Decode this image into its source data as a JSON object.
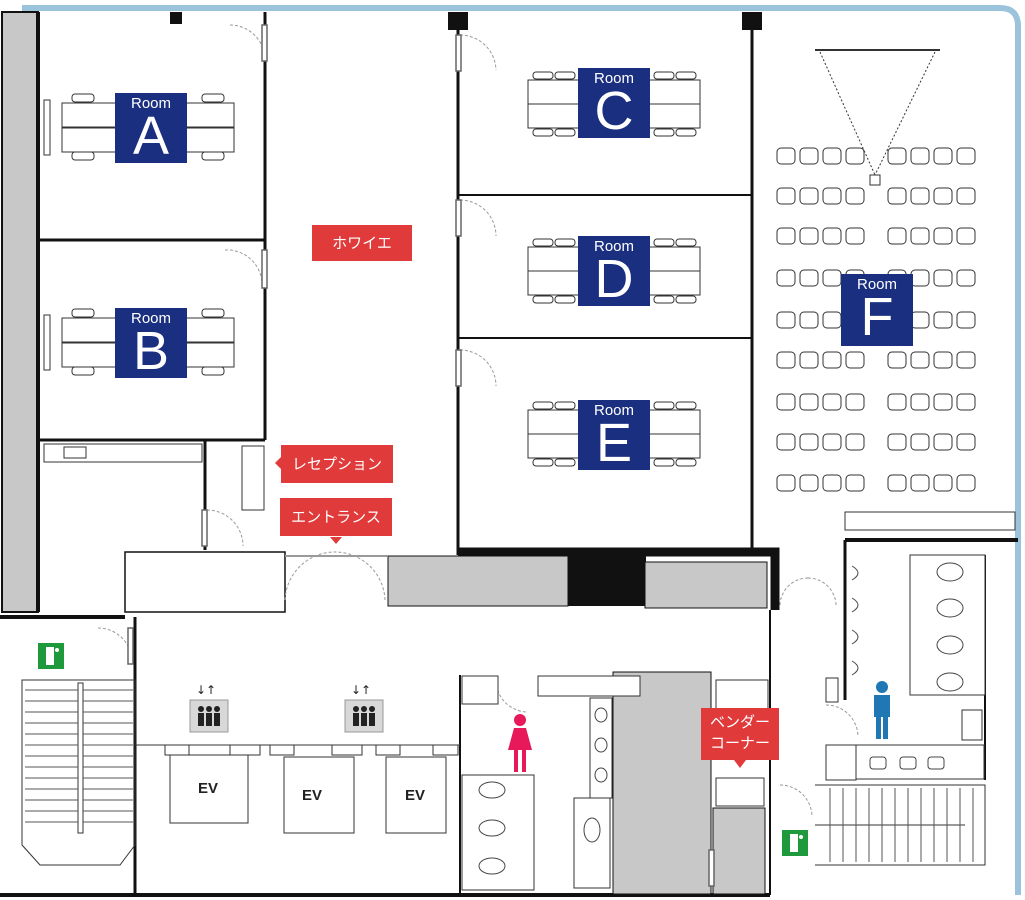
{
  "rooms": [
    {
      "id": "A",
      "word": "Room",
      "letter": "A"
    },
    {
      "id": "B",
      "word": "Room",
      "letter": "B"
    },
    {
      "id": "C",
      "word": "Room",
      "letter": "C"
    },
    {
      "id": "D",
      "word": "Room",
      "letter": "D"
    },
    {
      "id": "E",
      "word": "Room",
      "letter": "E"
    },
    {
      "id": "F",
      "word": "Room",
      "letter": "F"
    }
  ],
  "labels": {
    "foyer": "ホワイエ",
    "reception": "レセプション",
    "entrance": "エントランス",
    "vending_line1": "ベンダー",
    "vending_line2": "コーナー"
  },
  "elevators": [
    "EV",
    "EV",
    "EV"
  ],
  "elevator_sign": "↓↑",
  "colors": {
    "room_card": "#1a2f80",
    "label_red": "#e03a3a",
    "wall": "#111111",
    "shaded": "#c8c8c8",
    "outer_edge": "#9cc3dc",
    "exit_green": "#1e9a3c",
    "female_icon": "#e8195a",
    "male_icon": "#1f78b4"
  },
  "icons": [
    "emergency-exit-icon",
    "elevator-people-icon",
    "female-restroom-icon",
    "male-restroom-icon"
  ]
}
